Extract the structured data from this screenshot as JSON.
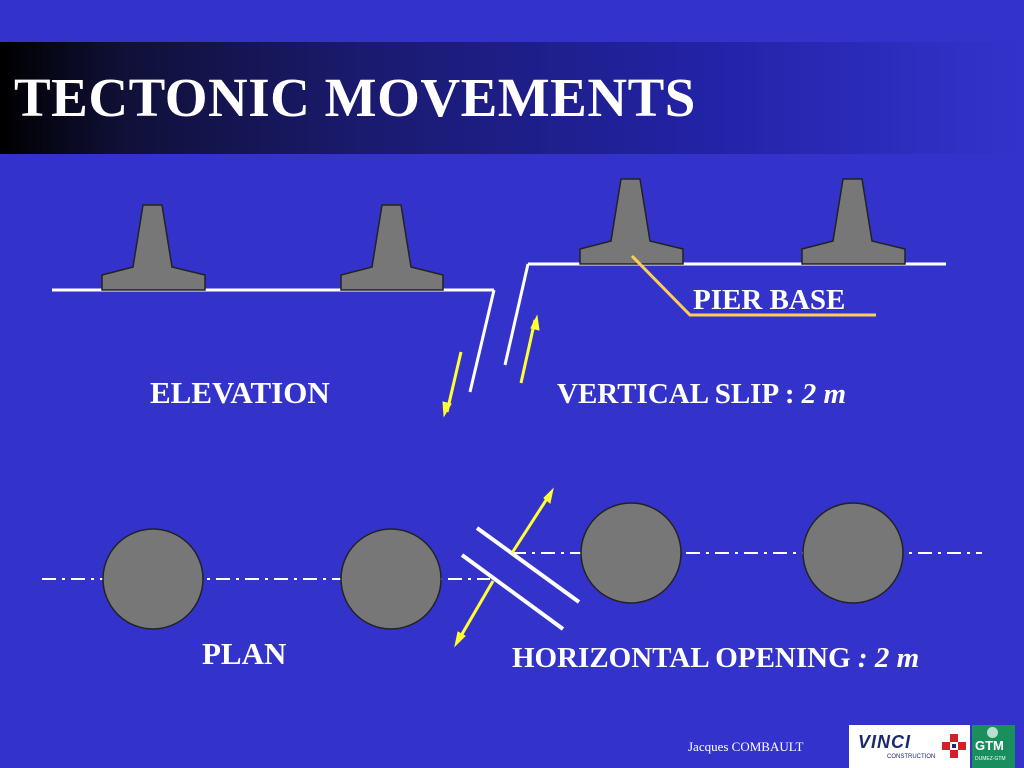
{
  "slide": {
    "title": "TECTONIC  MOVEMENTS",
    "labels": {
      "pier_base": "PIER BASE",
      "elevation": "ELEVATION",
      "vertical_slip": "VERTICAL  SLIP : ",
      "vertical_slip_value": "2 m",
      "plan": "PLAN",
      "horizontal_opening": "HORIZONTAL  OPENING ",
      "horizontal_opening_value": ": 2 m"
    },
    "author": "Jacques COMBAULT",
    "logos": {
      "vinci": "VINCI",
      "vinci_sub": "CONSTRUCTION",
      "gtm": "GTM",
      "gtm_sub": "DUMEZ-GTM"
    }
  },
  "colors": {
    "background": "#3333cc",
    "pier": "#777777",
    "ground_line": "#ffffff",
    "arrow": "#ffff33",
    "pier_base_pointer": "#ffcc55"
  }
}
